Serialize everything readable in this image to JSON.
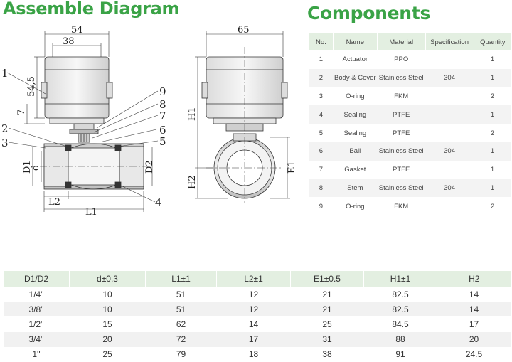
{
  "titles": {
    "diagram": "Assemble Diagram",
    "components": "Components"
  },
  "diagram_labels": {
    "dim_54": "54",
    "dim_38": "38",
    "dim_54_5": "54,5",
    "dim_7": "7",
    "dim_65": "65",
    "h1": "H1",
    "h2": "H2",
    "e1": "E1",
    "d1": "D1",
    "d": "d",
    "d2": "D2",
    "l1": "L1",
    "l2": "L2",
    "callouts": [
      "1",
      "2",
      "3",
      "4",
      "5",
      "6",
      "7",
      "8",
      "9"
    ]
  },
  "components": {
    "headers": [
      "No.",
      "Name",
      "Material",
      "Specification",
      "Quantity"
    ],
    "rows": [
      [
        "1",
        "Actuator",
        "PPO",
        "",
        "1"
      ],
      [
        "2",
        "Body & Cover",
        "Stainless Steel",
        "304",
        "1"
      ],
      [
        "3",
        "O-ring",
        "FKM",
        "",
        "2"
      ],
      [
        "4",
        "Sealing",
        "PTFE",
        "",
        "1"
      ],
      [
        "5",
        "Sealing",
        "PTFE",
        "",
        "2"
      ],
      [
        "6",
        "Ball",
        "Stainless Steel",
        "304",
        "1"
      ],
      [
        "7",
        "Gasket",
        "PTFE",
        "",
        "1"
      ],
      [
        "8",
        "Stem",
        "Stainless Steel",
        "304",
        "1"
      ],
      [
        "9",
        "O-ring",
        "FKM",
        "",
        "2"
      ]
    ]
  },
  "specs": {
    "headers": [
      "D1/D2",
      "d±0.3",
      "L1±1",
      "L2±1",
      "E1±0.5",
      "H1±1",
      "H2"
    ],
    "rows": [
      [
        "1/4\"",
        "10",
        "51",
        "12",
        "21",
        "82.5",
        "14"
      ],
      [
        "3/8\"",
        "10",
        "51",
        "12",
        "21",
        "82.5",
        "14"
      ],
      [
        "1/2''",
        "15",
        "62",
        "14",
        "25",
        "84.5",
        "17"
      ],
      [
        "3/4''",
        "20",
        "72",
        "17",
        "31",
        "88",
        "20"
      ],
      [
        "1''",
        "25",
        "79",
        "18",
        "38",
        "91",
        "24.5"
      ]
    ]
  }
}
